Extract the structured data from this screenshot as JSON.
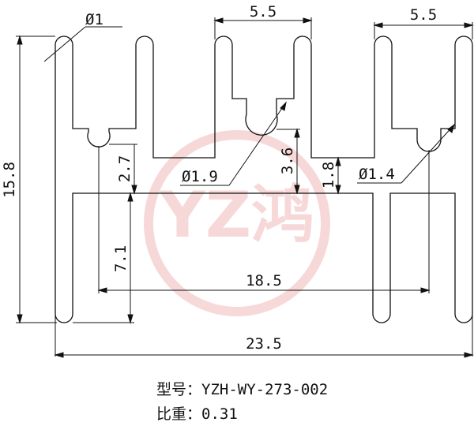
{
  "watermark": {
    "text": "YZ鸿",
    "color": "#f2b9b9"
  },
  "dimensions": {
    "total_width": "23.5",
    "height": "15.8",
    "slot_width_mid": "5.5",
    "slot_width_right": "5.5",
    "tip_diameter": "Ø1",
    "groove_dia_mid": "Ø1.9",
    "groove_dia_right": "Ø1.4",
    "base_span": "18.5",
    "dim_2_7": "2.7",
    "dim_3_6": "3.6",
    "dim_1_8": "1.8",
    "dim_7_1": "7.1"
  },
  "caption": {
    "model": "型号：YZH-WY-273-002",
    "weight_ratio": "比重：0.31"
  }
}
